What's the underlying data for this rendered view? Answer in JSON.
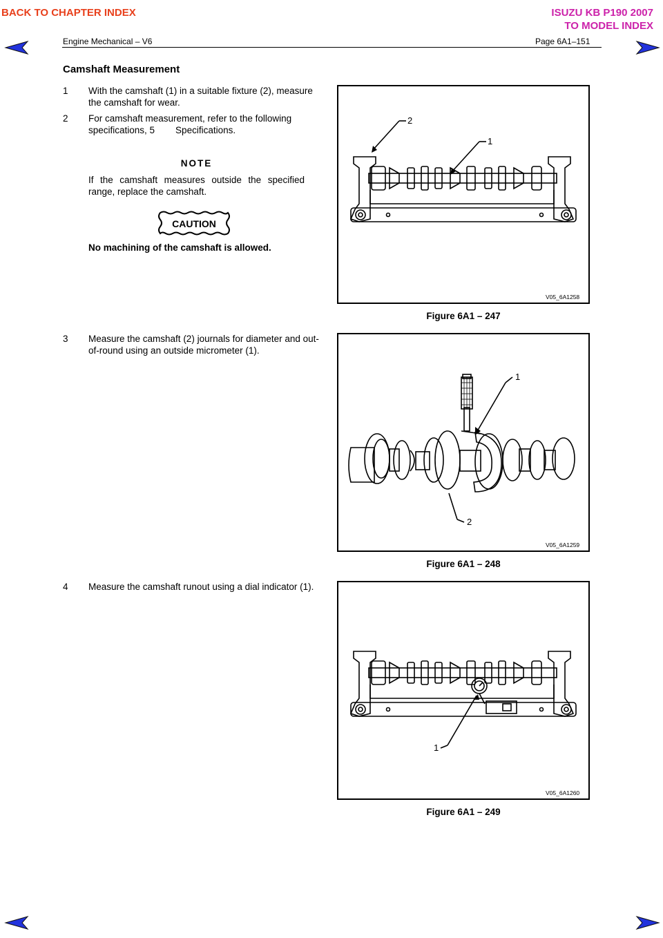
{
  "nav": {
    "back_chapter": "BACK TO CHAPTER INDEX",
    "model_title": "ISUZU KB P190 2007",
    "to_model": "TO MODEL INDEX"
  },
  "header": {
    "left": "Engine Mechanical – V6",
    "right": "Page 6A1–151"
  },
  "section_title": "Camshaft Measurement",
  "steps": [
    {
      "num": "1",
      "text": "With the camshaft (1) in a suitable fixture (2), measure the camshaft for wear."
    },
    {
      "num": "2",
      "text": "For camshaft measurement, refer to the following specifications, 5        Specifications."
    },
    {
      "num": "3",
      "text": "Measure the camshaft (2) journals for diameter and out-of-round using an outside micrometer (1)."
    },
    {
      "num": "4",
      "text": "Measure the camshaft runout using a dial indicator (1)."
    }
  ],
  "note": {
    "heading": "NOTE",
    "text": "If the camshaft measures outside the specified range, replace the camshaft."
  },
  "caution": {
    "label": "CAUTION",
    "text": "No machining of the camshaft is allowed."
  },
  "figures": [
    {
      "caption": "Figure 6A1 – 247",
      "code": "V05_6A1258",
      "callouts": [
        "2",
        "1"
      ]
    },
    {
      "caption": "Figure 6A1 – 248",
      "code": "V05_6A1259",
      "callouts": [
        "1",
        "2"
      ]
    },
    {
      "caption": "Figure 6A1 – 249",
      "code": "V05_6A1260",
      "callouts": [
        "1"
      ]
    }
  ],
  "colors": {
    "back_link": "#e8401c",
    "model_link": "#cc22aa",
    "nav_arrow": "#2233dd"
  },
  "icons": {
    "prev": "left-arrow-icon",
    "next": "right-arrow-icon"
  }
}
